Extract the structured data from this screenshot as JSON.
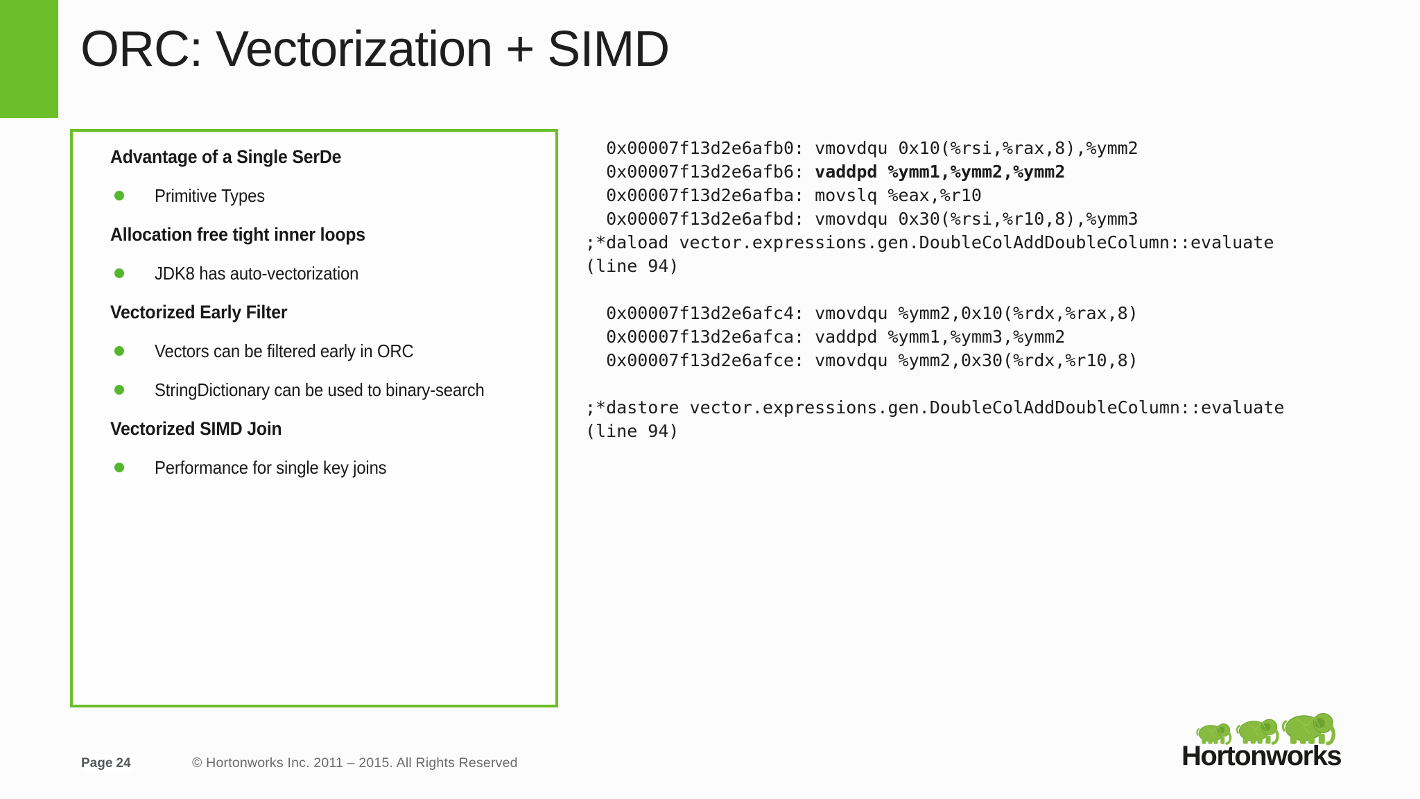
{
  "slide": {
    "title": "ORC: Vectorization + SIMD"
  },
  "colors": {
    "accent_green": "#6CBE2B",
    "bullet_green": "#55B82C",
    "elephant_green": "#87BB40",
    "elephant_dark_green": "#6BA32F",
    "footer_gray": "#6b6b6b",
    "text_dark": "#191919"
  },
  "panel": {
    "items": [
      {
        "type": "heading",
        "text": "Advantage of a Single SerDe"
      },
      {
        "type": "bullet",
        "text": "Primitive Types"
      },
      {
        "type": "heading",
        "text": "Allocation free tight inner loops"
      },
      {
        "type": "bullet",
        "text": "JDK8 has auto-vectorization"
      },
      {
        "type": "heading",
        "text": "Vectorized Early Filter"
      },
      {
        "type": "bullet",
        "text": "Vectors can be filtered early in ORC"
      },
      {
        "type": "bullet",
        "text": "StringDictionary can be used to binary-search"
      },
      {
        "type": "heading",
        "text": "Vectorized SIMD Join"
      },
      {
        "type": "bullet",
        "text": "Performance for single key joins"
      }
    ]
  },
  "code": {
    "lines": [
      {
        "segs": [
          {
            "t": "  0x00007f13d2e6afb0: vmovdqu 0x10(%rsi,%rax,8),%ymm2",
            "b": false
          }
        ]
      },
      {
        "segs": [
          {
            "t": "  0x00007f13d2e6afb6: ",
            "b": false
          },
          {
            "t": "vaddpd %ymm1,%ymm2,%ymm2",
            "b": true
          }
        ]
      },
      {
        "segs": [
          {
            "t": "  0x00007f13d2e6afba: movslq %eax,%r10",
            "b": false
          }
        ]
      },
      {
        "segs": [
          {
            "t": "  0x00007f13d2e6afbd: vmovdqu 0x30(%rsi,%r10,8),%ymm3",
            "b": false
          }
        ]
      },
      {
        "segs": [
          {
            "t": ";*daload vector.expressions.gen.DoubleColAddDoubleColumn::evaluate",
            "b": false
          }
        ]
      },
      {
        "segs": [
          {
            "t": "(line 94)",
            "b": false
          }
        ]
      },
      {
        "segs": [
          {
            "t": "",
            "b": false
          }
        ]
      },
      {
        "segs": [
          {
            "t": "  0x00007f13d2e6afc4: vmovdqu %ymm2,0x10(%rdx,%rax,8)",
            "b": false
          }
        ]
      },
      {
        "segs": [
          {
            "t": "  0x00007f13d2e6afca: vaddpd %ymm1,%ymm3,%ymm2",
            "b": false
          }
        ]
      },
      {
        "segs": [
          {
            "t": "  0x00007f13d2e6afce: vmovdqu %ymm2,0x30(%rdx,%r10,8)",
            "b": false
          }
        ]
      },
      {
        "segs": [
          {
            "t": "",
            "b": false
          }
        ]
      },
      {
        "segs": [
          {
            "t": ";*dastore vector.expressions.gen.DoubleColAddDoubleColumn::evaluate",
            "b": false
          }
        ]
      },
      {
        "segs": [
          {
            "t": "(line 94)",
            "b": false
          }
        ]
      }
    ]
  },
  "footer": {
    "page_label": "Page",
    "page_number": "24",
    "copyright": "© Hortonworks Inc. 2011 – 2015. All Rights Reserved"
  },
  "logo": {
    "wordmark": "Hortonworks",
    "icon": "three-elephants-icon"
  }
}
